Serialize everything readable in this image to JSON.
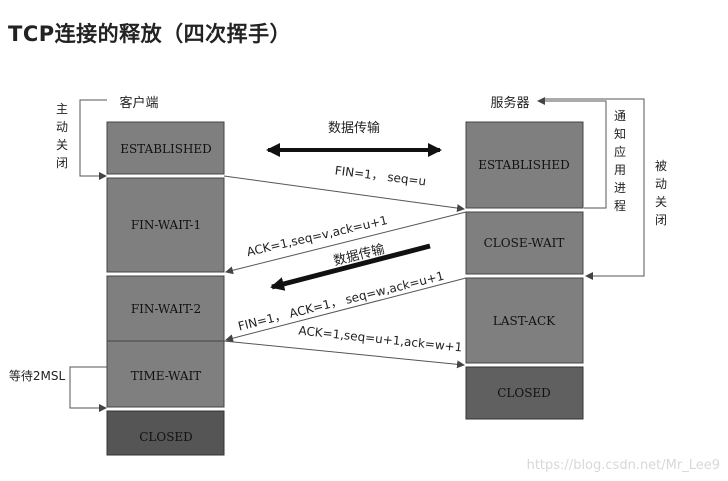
{
  "title": "TCP连接的释放（四次挥手）",
  "client": {
    "label": "客户端",
    "active_close": [
      "主",
      "动",
      "关",
      "闭"
    ],
    "states": [
      "ESTABLISHED",
      "FIN-WAIT-1",
      "FIN-WAIT-2",
      "TIME-WAIT",
      "CLOSED"
    ],
    "wait_label": "等待2MSL"
  },
  "server": {
    "label": "服务器",
    "notify_app": [
      "通",
      "知",
      "应",
      "用",
      "进",
      "程"
    ],
    "passive_close": [
      "被",
      "动",
      "关",
      "闭"
    ],
    "states": [
      "ESTABLISHED",
      "CLOSE-WAIT",
      "LAST-ACK",
      "CLOSED"
    ]
  },
  "data_transfer_top": "数据传输",
  "data_transfer_mid": "数据传输",
  "messages": [
    "FIN=1， seq=u",
    "ACK=1,seq=v,ack=u+1",
    "FIN=1， ACK=1， seq=w,ack=u+1",
    "ACK=1,seq=u+1,ack=w+1"
  ],
  "watermark": "https://blog.csdn.net/Mr_Lee9",
  "colors": {
    "state_box": "#7f7f7f",
    "closed_box_client": "#555555",
    "closed_box_server": "#606060",
    "line": "#555555"
  }
}
